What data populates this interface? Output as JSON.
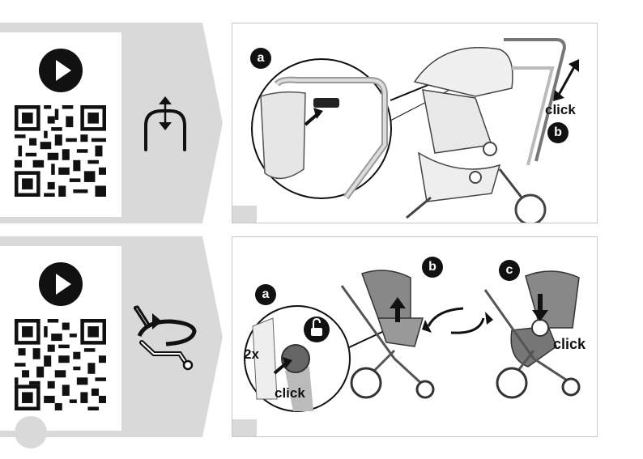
{
  "steps": [
    {
      "badges": [
        "a",
        "b"
      ],
      "labels": [
        "click"
      ],
      "icon": "handlebar-adjust-icon"
    },
    {
      "badges": [
        "a",
        "b",
        "c"
      ],
      "labels": [
        "2x",
        "click",
        "click"
      ],
      "icon": "seat-rotate-icon"
    }
  ],
  "icons": {
    "video": "play-icon",
    "qr": "qr-code-icon",
    "unlock": "unlock-icon"
  },
  "colors": {
    "band": "#d9d9d9",
    "ink": "#111111"
  }
}
